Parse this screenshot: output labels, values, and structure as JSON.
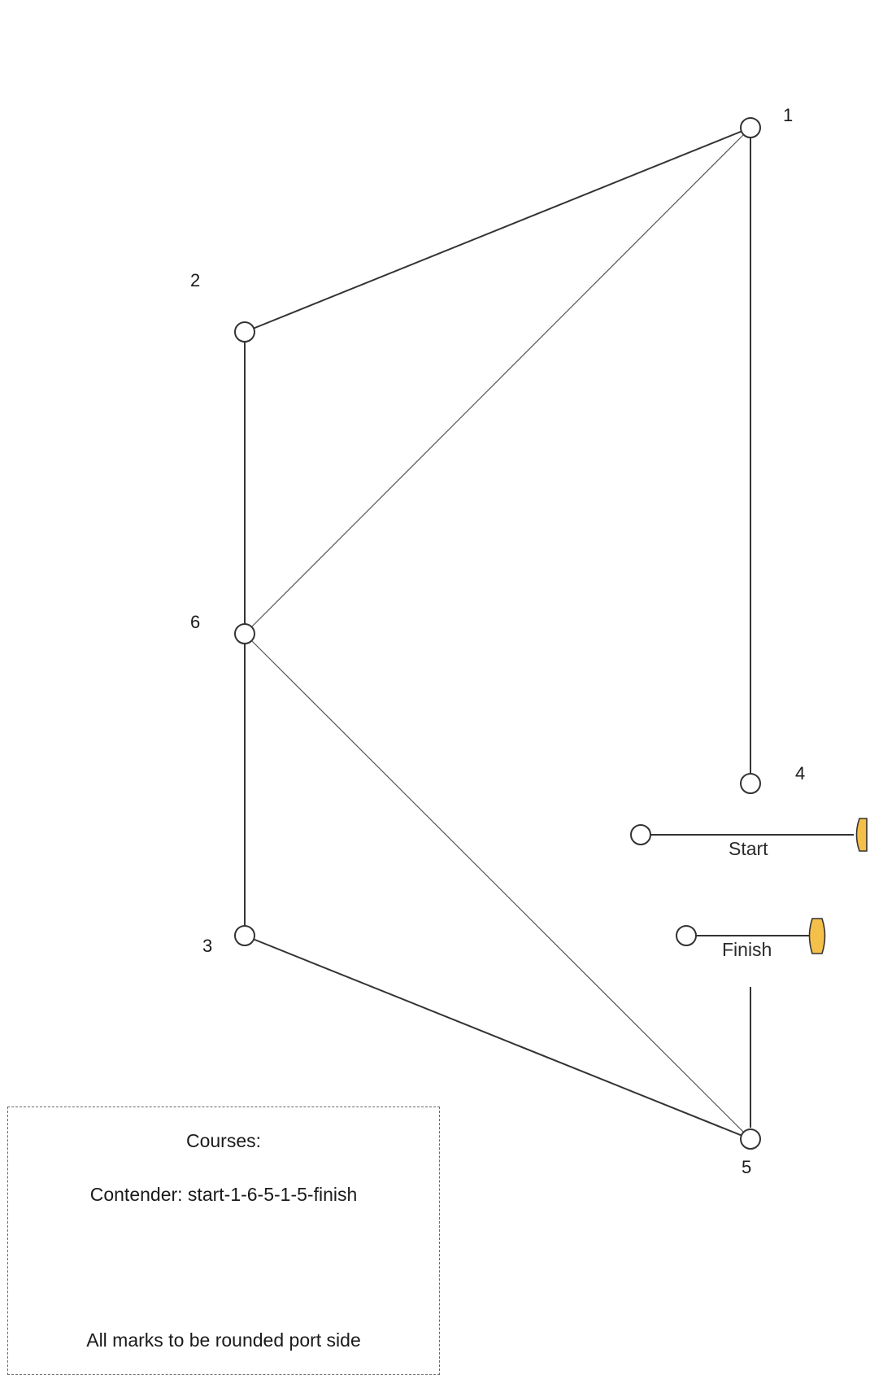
{
  "marks": [
    {
      "id": "1",
      "label": "1"
    },
    {
      "id": "2",
      "label": "2"
    },
    {
      "id": "3",
      "label": "3"
    },
    {
      "id": "4",
      "label": "4"
    },
    {
      "id": "5",
      "label": "5"
    },
    {
      "id": "6",
      "label": "6"
    }
  ],
  "lines": {
    "start_label": "Start",
    "finish_label": "Finish"
  },
  "legend": {
    "title": "Courses:",
    "course": "Contender: start-1-6-5-1-5-finish",
    "note": "All marks to be rounded port side"
  },
  "colors": {
    "buoy": "#f5c04a",
    "line": "#333333"
  }
}
